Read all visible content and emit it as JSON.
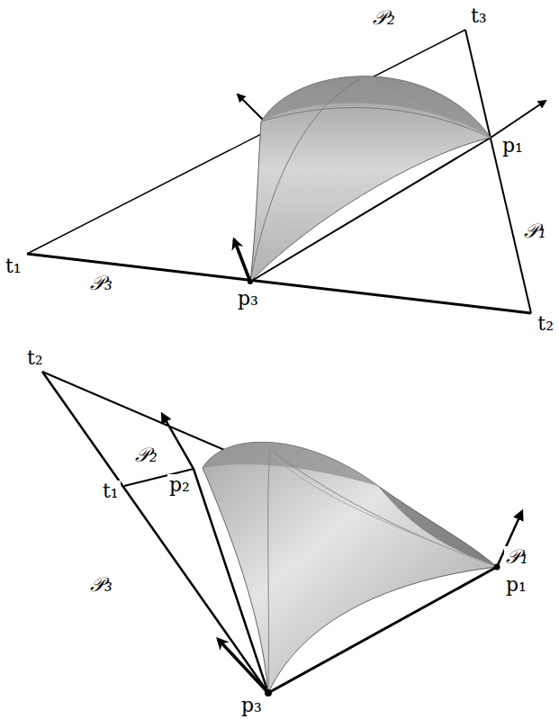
{
  "diagram": {
    "labels": [
      "t₃",
      "𝒫₂",
      "p₁",
      "𝒫₁",
      "t₁",
      "𝒫₃",
      "p₃",
      "t₂",
      "t₂",
      "𝒫₂",
      "t₁",
      "p₂",
      "𝒫₁",
      "p₁",
      "𝒫₃",
      "p₃"
    ]
  }
}
